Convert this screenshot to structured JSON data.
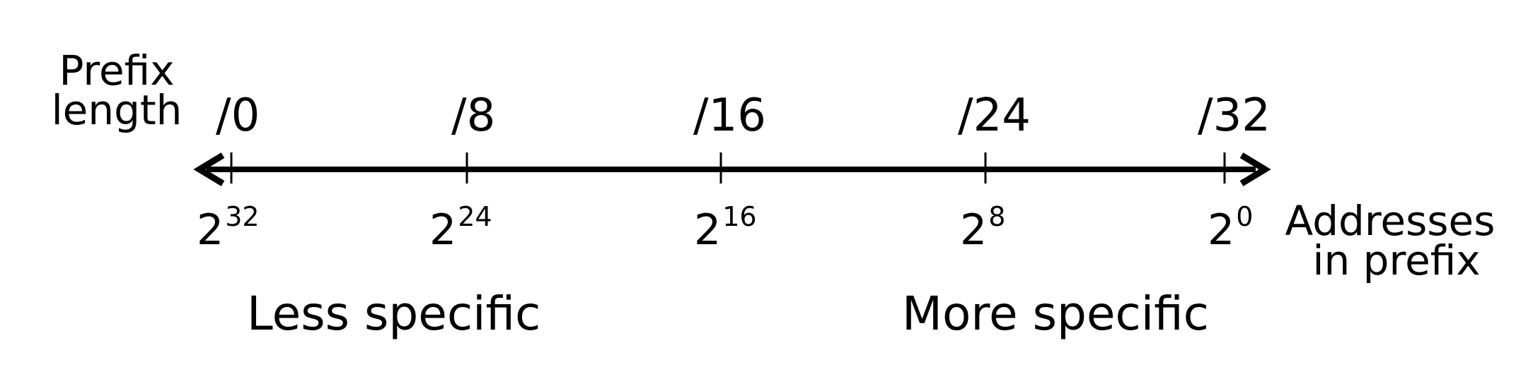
{
  "labels": {
    "prefix_length": [
      "Prefix",
      "length"
    ],
    "addresses_in_prefix": [
      "Addresses",
      "in prefix"
    ],
    "less_specific": "Less specific",
    "more_specific": "More specific"
  },
  "ticks": [
    {
      "prefix": "/0",
      "base": "2",
      "exp": "32"
    },
    {
      "prefix": "/8",
      "base": "2",
      "exp": "24"
    },
    {
      "prefix": "/16",
      "base": "2",
      "exp": "16"
    },
    {
      "prefix": "/24",
      "base": "2",
      "exp": "8"
    },
    {
      "prefix": "/32",
      "base": "2",
      "exp": "0"
    }
  ],
  "colors": {
    "line": "#000000",
    "background": "#ffffff"
  }
}
